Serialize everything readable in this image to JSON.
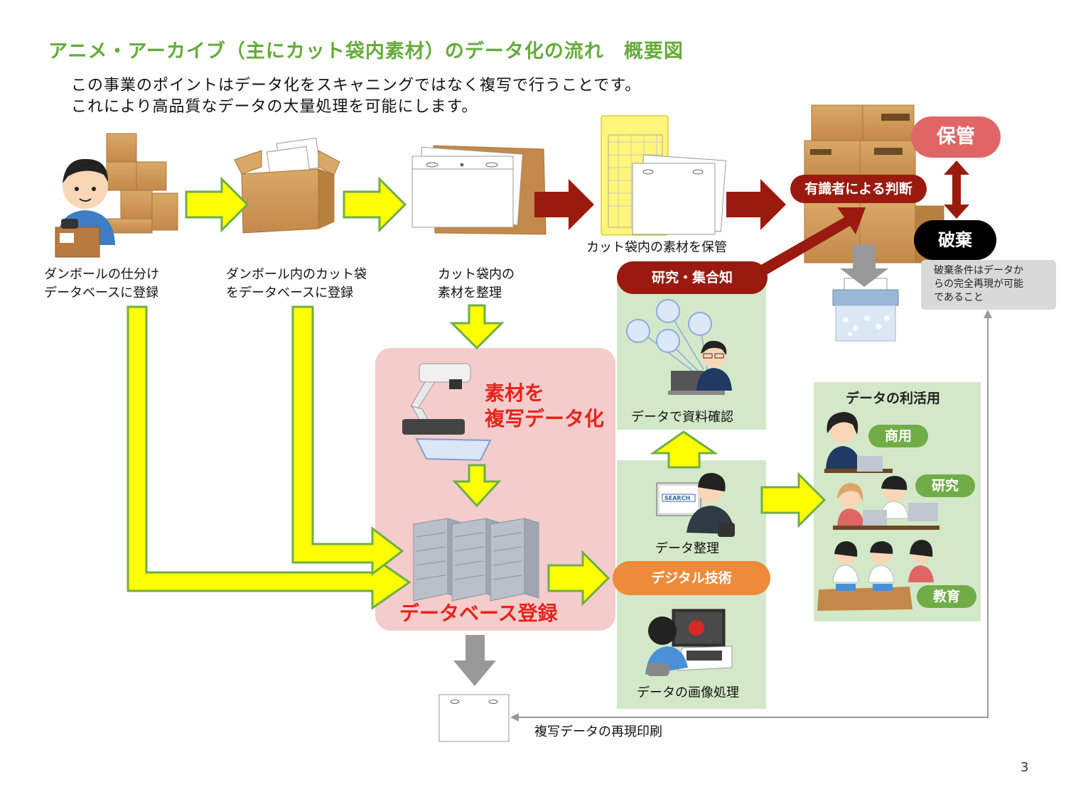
{
  "title": "アニメ・アーカイブ（主にカット袋内素材）のデータ化の流れ　概要図",
  "subtitle_lines": [
    "この事業のポイントはデータ化をスキャニングではなく複写で行うことです。",
    "これにより高品質なデータの大量処理を可能にします。"
  ],
  "steps": {
    "step1": [
      "ダンボールの仕分け",
      "データベースに登録"
    ],
    "step2": [
      "ダンボール内のカット袋",
      "をデータベースに登録"
    ],
    "step3": [
      "カット袋内の",
      "素材を整理"
    ]
  },
  "storage_caption": "カット袋内の素材を保管",
  "expert_judgment": "有識者による判断",
  "keep": "保管",
  "discard": "破棄",
  "discard_condition": [
    "破棄条件はデータか",
    "らの完全再現が可能",
    "であること"
  ],
  "copy_panel": {
    "copy_label": [
      "素材を",
      "複写データ化"
    ],
    "db_label": "データベース登録"
  },
  "research": {
    "header": "研究・集合知",
    "caption": "データで資料確認"
  },
  "digital": {
    "organize": "データ整理",
    "tech": "デジタル技術",
    "image_processing": "データの画像処理"
  },
  "usage": {
    "title": "データの利活用",
    "commercial": "商用",
    "research": "研究",
    "education": "教育"
  },
  "reprint": "複写データの再現印刷",
  "page_number": "3",
  "colors": {
    "title_green": "#66ab3c",
    "arrow_yellow": "#ffff00",
    "arrow_outline": "#70ad47",
    "dark_red": "#9a1a10",
    "pink_panel": "#f4cccc",
    "green_panel": "#d3e8c8",
    "orange": "#ed8b3b",
    "keep_red": "#e06666",
    "gray": "#999999"
  },
  "icons": [
    "worker-icon",
    "cardboard-box-icon",
    "cut-bag-icon",
    "storage-sheet-icon",
    "shredder-icon",
    "document-camera-icon",
    "server-rack-icon",
    "researcher-icon",
    "search-pc-icon",
    "painting-pc-icon",
    "business-person-icon",
    "student-icon",
    "printed-sheet-icon"
  ]
}
